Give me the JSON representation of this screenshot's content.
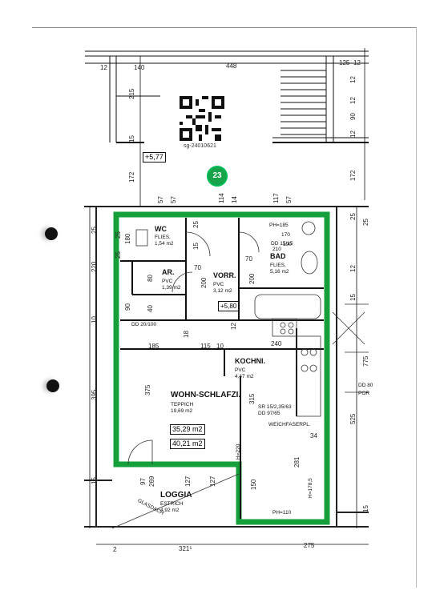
{
  "qr": {
    "caption": "sg-24010621"
  },
  "unit_number": "23",
  "level_marker": "+5,77",
  "level_marker_2": "+5,80",
  "rooms": {
    "wc": {
      "name": "WC",
      "floor": "FLIES.",
      "area": "1,54 m2"
    },
    "ar": {
      "name": "AR.",
      "floor": "PVC",
      "area": "1,39 m2"
    },
    "vorr": {
      "name": "VORR.",
      "floor": "PVC",
      "area": "3,12 m2"
    },
    "bad": {
      "name": "BAD",
      "floor": "FLIES.",
      "area": "5,16 m2"
    },
    "kochni": {
      "name": "KOCHNI.",
      "floor": "PVC",
      "area": "4,47 m2"
    },
    "wohn": {
      "name": "WOHN-SCHLAFZI.",
      "floor": "TEPPICH",
      "area": "19,69 m2"
    },
    "loggia": {
      "name": "LOGGIA",
      "floor": "ESTRICH",
      "area": "4,92 m2"
    }
  },
  "totals": {
    "net": "35,29 m2",
    "gross": "40,21 m2"
  },
  "annotations": {
    "ph_top": "PH=185",
    "ph_bottom": "PH=110",
    "dd_top": "DD 15/15",
    "dd_left": "DD 20/100",
    "sr": "SR 15/2,35/63",
    "dd_sr": "DD 97/65",
    "weichfaser": "WEICHFASERPL.",
    "glasdach": "GLASDACH",
    "dd_right": "DD 80",
    "por": "POR",
    "h170": "170",
    "h190": "190",
    "h210": "210",
    "h220": "H=220",
    "h1785": "H=178,5"
  },
  "dimensions": {
    "top": [
      "12",
      "140",
      "448",
      "125",
      "12"
    ],
    "top_right": [
      "12",
      "12",
      "90",
      "12"
    ],
    "left_stair": [
      "215",
      "15",
      "172"
    ],
    "mid_top": [
      "57",
      "57",
      "114",
      "14",
      "117",
      "57"
    ],
    "left": [
      "25",
      "220",
      "10",
      "395",
      "15"
    ],
    "interior": [
      "185",
      "115",
      "10",
      "240",
      "375",
      "315",
      "281",
      "150",
      "34"
    ],
    "left_small": [
      "25",
      "180",
      "80",
      "40",
      "90",
      "25"
    ],
    "vorr_dims": [
      "15",
      "200",
      "70",
      "200",
      "70",
      "12"
    ],
    "right": [
      "172",
      "25",
      "12",
      "15",
      "775",
      "525",
      "15"
    ],
    "bottom": [
      "2",
      "321⁵",
      "275"
    ],
    "loggia_dims": [
      "97",
      "269",
      "127",
      "127"
    ],
    "misc": [
      "18",
      "25",
      "25"
    ]
  }
}
